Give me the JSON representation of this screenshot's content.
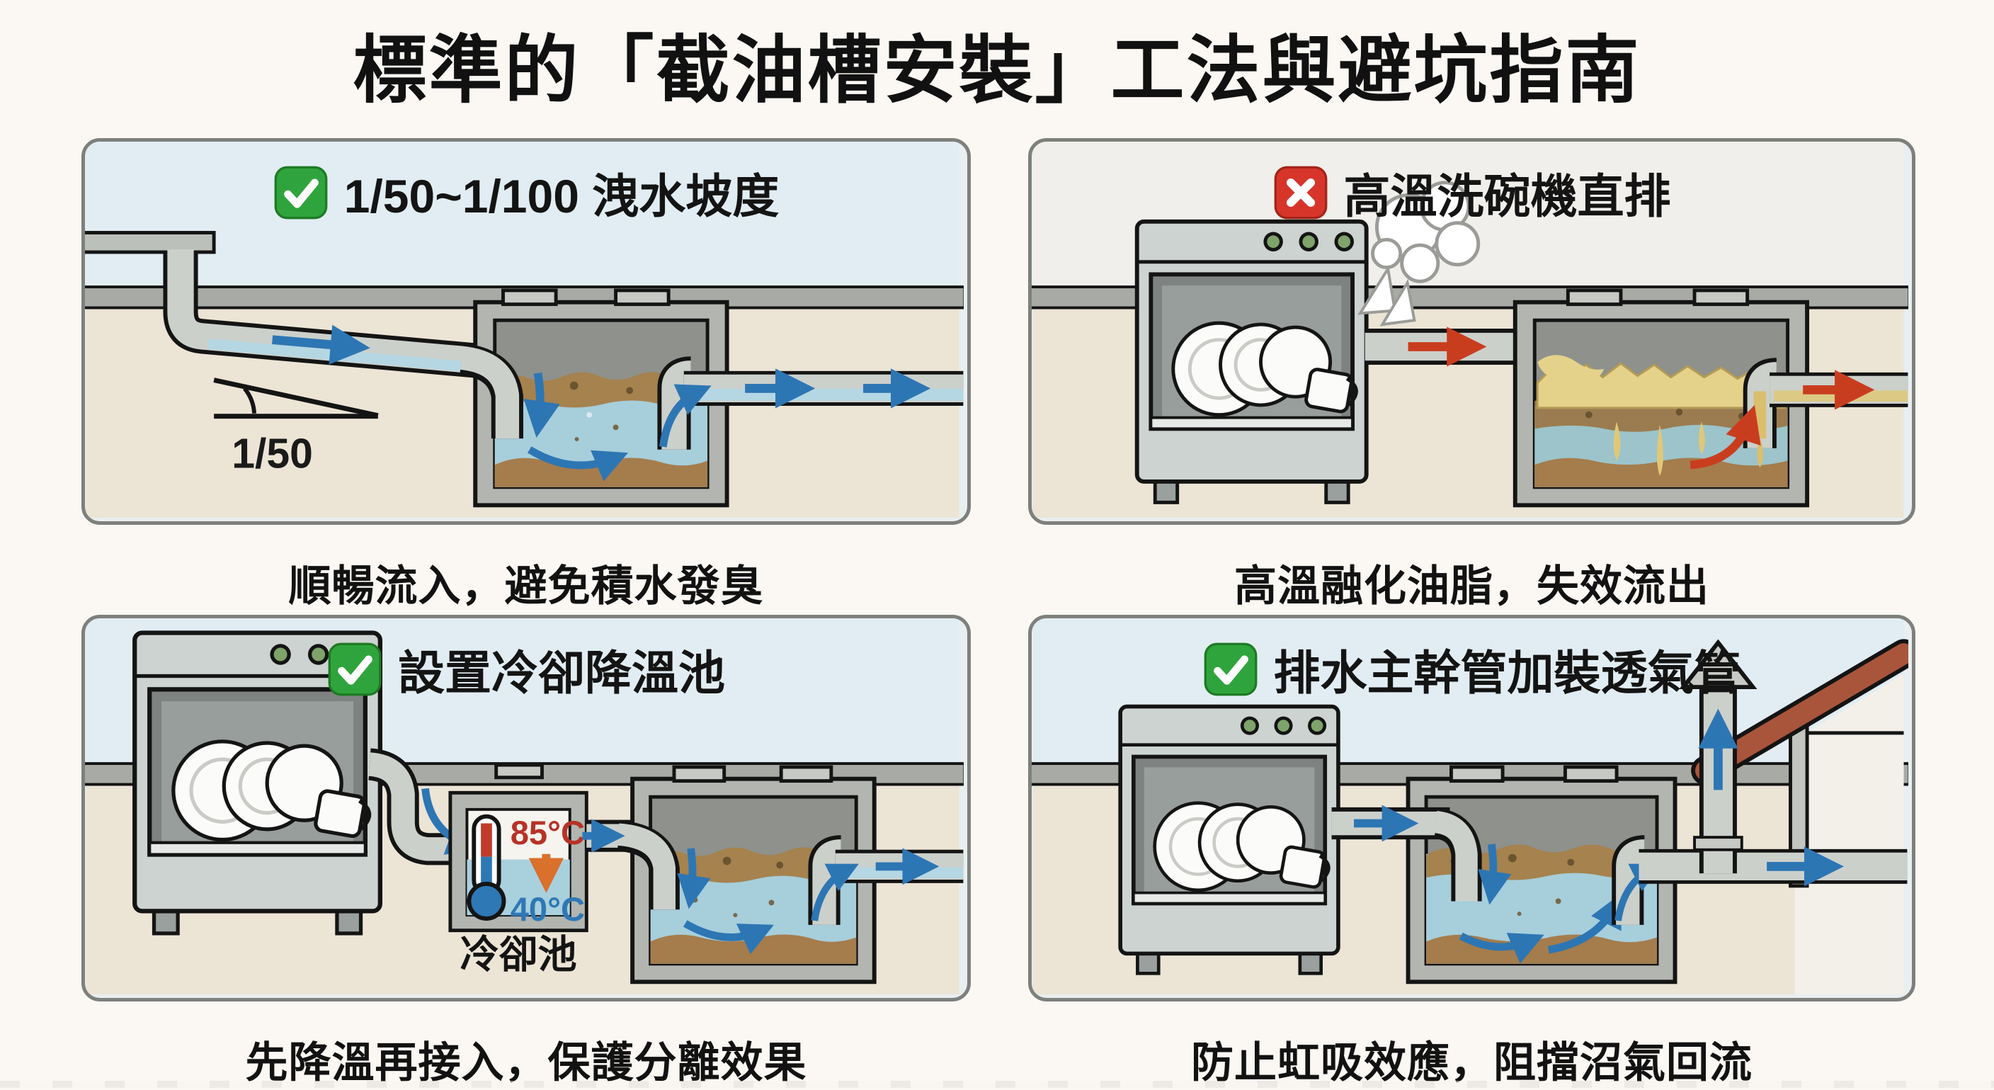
{
  "title": "標準的「截油槽安裝」工法與避坑指南",
  "panels": [
    {
      "id": "drain-slope",
      "verdict": "good",
      "header": "1/50~1/100 洩水坡度",
      "caption": "順暢流入，避免積水發臭",
      "labels": {
        "slope_ratio": "1/50"
      }
    },
    {
      "id": "hot-dishwasher-direct-discharge",
      "verdict": "bad",
      "header": "高溫洗碗機直排",
      "caption": "高溫融化油脂，失效流出",
      "labels": {}
    },
    {
      "id": "cooling-pool",
      "verdict": "good",
      "header": "設置冷卻降溫池",
      "caption": "先降溫再接入，保護分離效果",
      "labels": {
        "temp_in": "85°C",
        "temp_out": "40°C",
        "pool": "冷卻池"
      }
    },
    {
      "id": "vent-pipe-on-main-drain",
      "verdict": "good",
      "header": "排水主幹管加裝透氣管",
      "caption": "防止虹吸效應，阻擋沼氣回流",
      "labels": {}
    }
  ],
  "colors": {
    "good_green": "#2fa43c",
    "bad_red": "#d7352a",
    "flow_arrow_blue": "#2d76b4",
    "hot_arrow_red": "#c93d1f",
    "cooling_arrow_orange": "#d9702c",
    "water": "#a7cedb",
    "grease": "#e5d28a"
  }
}
